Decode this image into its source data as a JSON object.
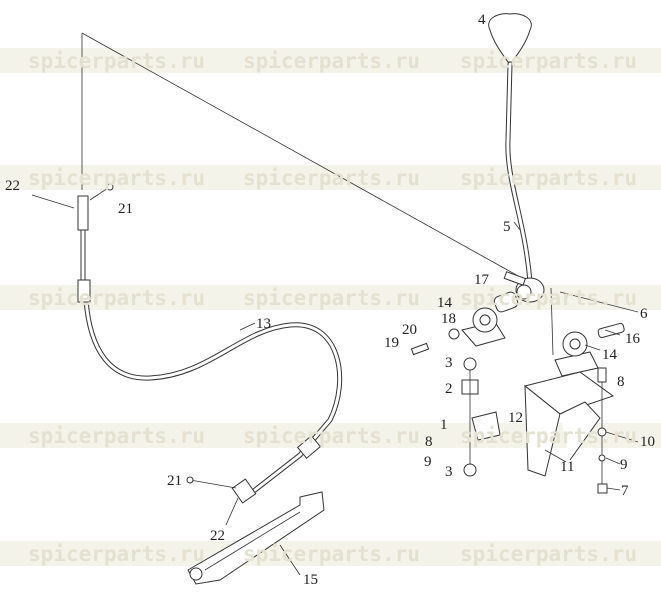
{
  "watermark": "spicerparts.ru",
  "callouts": {
    "c1": "1",
    "c2": "2",
    "c3a": "3",
    "c3b": "3",
    "c4": "4",
    "c5": "5",
    "c6": "6",
    "c7": "7",
    "c8a": "8",
    "c8b": "8",
    "c9a": "9",
    "c9b": "9",
    "c10": "10",
    "c11": "11",
    "c12": "12",
    "c13": "13",
    "c14a": "14",
    "c14b": "14",
    "c15": "15",
    "c16": "16",
    "c17": "17",
    "c18": "18",
    "c19": "19",
    "c20": "20",
    "c21a": "21",
    "c21b": "21",
    "c22a": "22",
    "c22b": "22"
  },
  "colors": {
    "watermark": "#e4e1d0",
    "band": "#f4f3ea",
    "line": "#333333"
  }
}
